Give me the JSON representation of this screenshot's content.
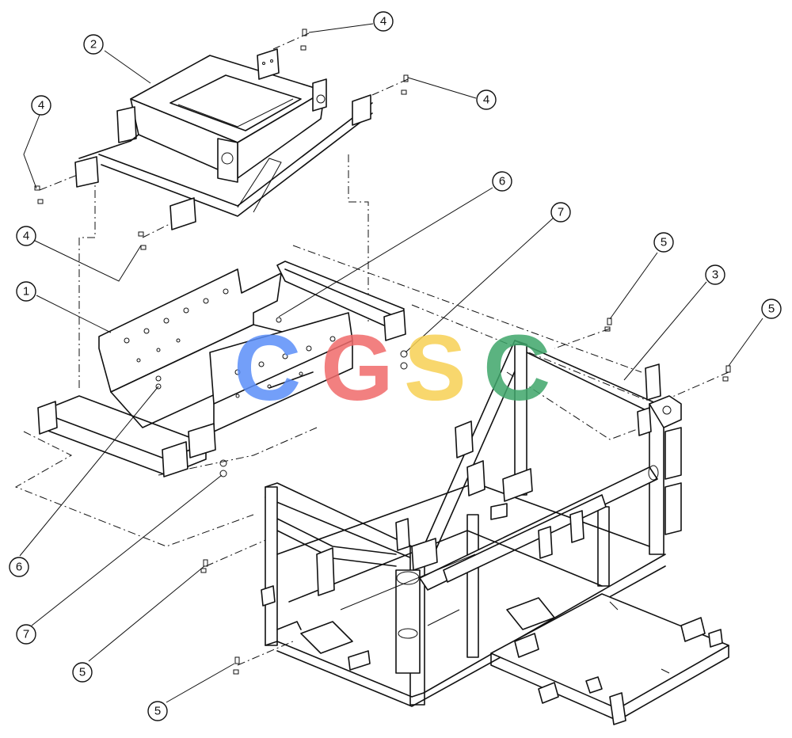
{
  "watermark": {
    "letters": [
      {
        "char": "C",
        "color": "#5B8FF9"
      },
      {
        "char": "G",
        "color": "#F06B6B"
      },
      {
        "char": "S",
        "color": "#F7D154"
      },
      {
        "char": "C",
        "color": "#3FA66B"
      }
    ]
  },
  "callouts": [
    {
      "id": "c1",
      "label": "4"
    },
    {
      "id": "c2",
      "label": "2"
    },
    {
      "id": "c3",
      "label": "4"
    },
    {
      "id": "c4",
      "label": "4"
    },
    {
      "id": "c5",
      "label": "6"
    },
    {
      "id": "c6",
      "label": "7"
    },
    {
      "id": "c7",
      "label": "4"
    },
    {
      "id": "c8",
      "label": "5"
    },
    {
      "id": "c9",
      "label": "3"
    },
    {
      "id": "c10",
      "label": "1"
    },
    {
      "id": "c11",
      "label": "5"
    },
    {
      "id": "c12",
      "label": "6"
    },
    {
      "id": "c13",
      "label": "7"
    },
    {
      "id": "c14",
      "label": "5"
    },
    {
      "id": "c15",
      "label": "5"
    }
  ]
}
